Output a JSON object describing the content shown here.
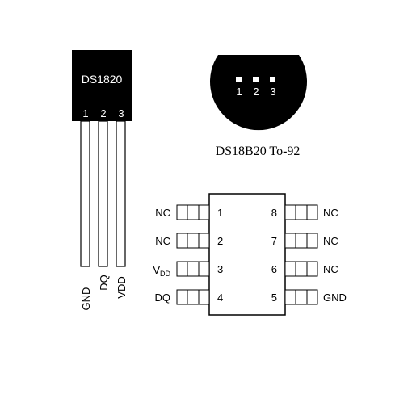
{
  "to92_package": {
    "part_label": "DS1820",
    "pin_numbers": [
      "1",
      "2",
      "3"
    ],
    "pin_names": [
      "GND",
      "DQ",
      "VDD"
    ]
  },
  "to92_bottom_view": {
    "pin_numbers": [
      "1",
      "2",
      "3"
    ],
    "caption": "DS18B20 To-92"
  },
  "so8_package": {
    "left_pins": [
      {
        "name": "NC",
        "number": "1"
      },
      {
        "name": "NC",
        "number": "2"
      },
      {
        "name": "V",
        "subscript": "DD",
        "number": "3"
      },
      {
        "name": "DQ",
        "number": "4"
      }
    ],
    "right_pins": [
      {
        "name": "NC",
        "number": "8"
      },
      {
        "name": "NC",
        "number": "7"
      },
      {
        "name": "NC",
        "number": "6"
      },
      {
        "name": "GND",
        "number": "5"
      }
    ]
  }
}
